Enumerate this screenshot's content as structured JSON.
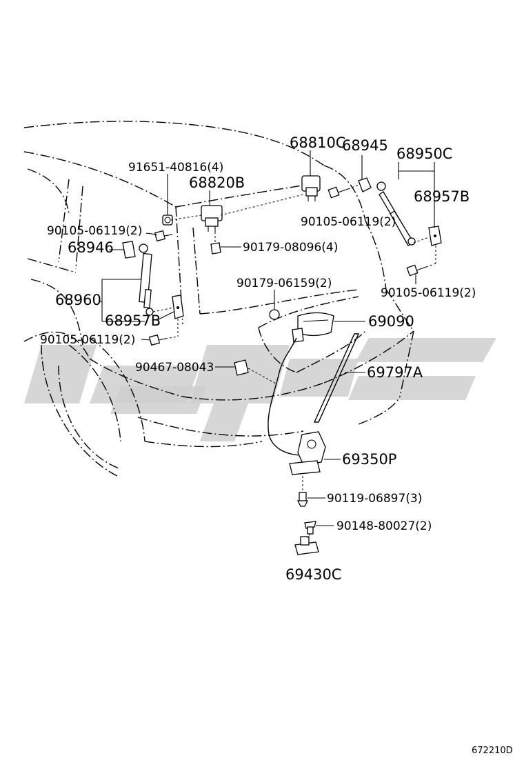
{
  "diagram": {
    "labels": {
      "p68810C": "68810C",
      "p68945": "68945",
      "p68950C": "68950C",
      "p91651": "91651-40816(4)",
      "p68820B": "68820B",
      "p68957B_r": "68957B",
      "p90105_l1": "90105-06119(2)",
      "p90105_r1": "90105-06119(2)",
      "p68946": "68946",
      "p90179_08096": "90179-08096(4)",
      "p90179_06159": "90179-06159(2)",
      "p90105_r2": "90105-06119(2)",
      "p68960": "68960",
      "p69090": "69090",
      "p68957B_l": "68957B",
      "p90105_l2": "90105-06119(2)",
      "p90467": "90467-08043",
      "p69797A": "69797A",
      "p69350P": "69350P",
      "p90119": "90119-06897(3)",
      "p90148": "90148-80027(2)",
      "p69430C": "69430C",
      "code": "672210D"
    }
  }
}
